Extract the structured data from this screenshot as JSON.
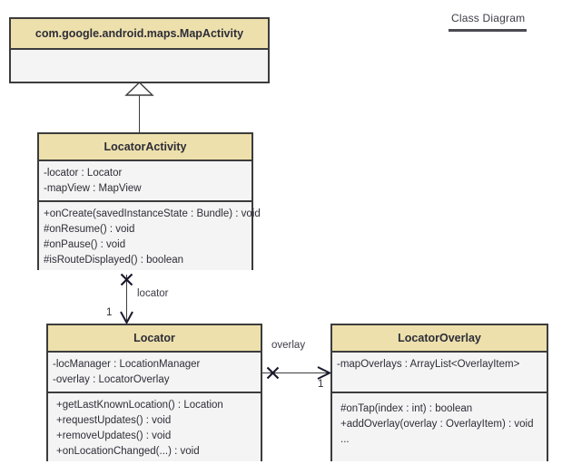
{
  "diagram": {
    "title": "Class Diagram",
    "colors": {
      "header_fill": "#EDE0AC",
      "body_fill": "#F4F4F4",
      "stroke": "#3C3C3C",
      "text": "#2D2D38",
      "label_text": "#3B3B46"
    },
    "classes": [
      {
        "id": "map-activity",
        "name": "com.google.android.maps.MapActivity",
        "attributes": [],
        "operations": []
      },
      {
        "id": "locator-activity",
        "name": "LocatorActivity",
        "attributes": [
          "-locator : Locator",
          "-mapView : MapView"
        ],
        "operations": [
          "+onCreate(savedInstanceState : Bundle) : void",
          "#onResume() : void",
          "#onPause() : void",
          "#isRouteDisplayed() : boolean"
        ]
      },
      {
        "id": "locator",
        "name": "Locator",
        "attributes": [
          "-locManager : LocationManager",
          "-overlay : LocatorOverlay"
        ],
        "operations": [
          "+getLastKnownLocation() : Location",
          "+requestUpdates() : void",
          "+removeUpdates() : void",
          "+onLocationChanged(...) : void"
        ]
      },
      {
        "id": "locator-overlay",
        "name": "LocatorOverlay",
        "attributes": [
          "-mapOverlays : ArrayList<OverlayItem>"
        ],
        "operations": [
          "#onTap(index : int) : boolean",
          "+addOverlay(overlay : OverlayItem) : void",
          "..."
        ]
      }
    ],
    "relationships": [
      {
        "id": "generalization-locatoractivity-mapactivity",
        "type": "generalization",
        "from": "LocatorActivity",
        "to": "com.google.android.maps.MapActivity",
        "label": "",
        "source_multiplicity": "",
        "target_multiplicity": ""
      },
      {
        "id": "association-locatoractivity-locator",
        "type": "association",
        "from": "LocatorActivity",
        "to": "Locator",
        "label": "locator",
        "source_multiplicity": "",
        "target_multiplicity": "1",
        "source_navigability": "non-navigable",
        "target_navigability": "navigable"
      },
      {
        "id": "association-locator-locatoroverlay",
        "type": "association",
        "from": "Locator",
        "to": "LocatorOverlay",
        "label": "overlay",
        "source_multiplicity": "",
        "target_multiplicity": "1",
        "source_navigability": "non-navigable",
        "target_navigability": "navigable"
      }
    ]
  }
}
